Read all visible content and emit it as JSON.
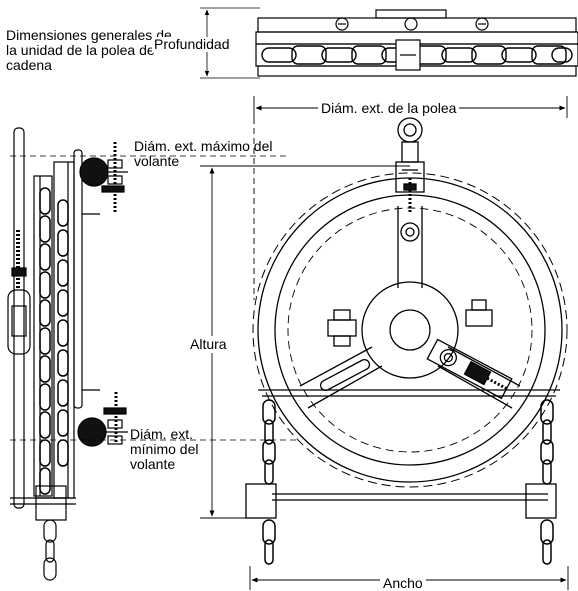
{
  "title": "Dimensiones generales de la unidad de la polea de cadena",
  "labels": {
    "depth": "Profundidad",
    "pulley_od": "Diám. ext. de la polea",
    "handwheel_max_od": "Diám. ext. máximo del volante",
    "height": "Altura",
    "handwheel_min_od": "Diám. ext. mínimo del volante",
    "width": "Ancho"
  },
  "colors": {
    "line": "#000000",
    "fill_dark": "#111111",
    "background": "#ffffff"
  }
}
